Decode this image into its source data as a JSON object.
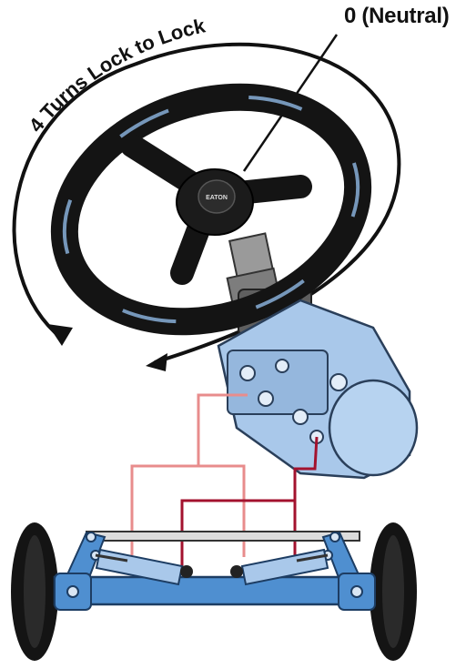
{
  "diagram": {
    "neutral_label": "0 (Neutral)",
    "turns_label": "4 Turns Lock to Lock",
    "logo_text": "EATON",
    "colors": {
      "steel_blue": "#4f8fd0",
      "light_blue": "#a9c8ea",
      "wheel_black": "#141414",
      "hose_light": "#e88c8c",
      "hose_dark": "#a3122e"
    }
  }
}
